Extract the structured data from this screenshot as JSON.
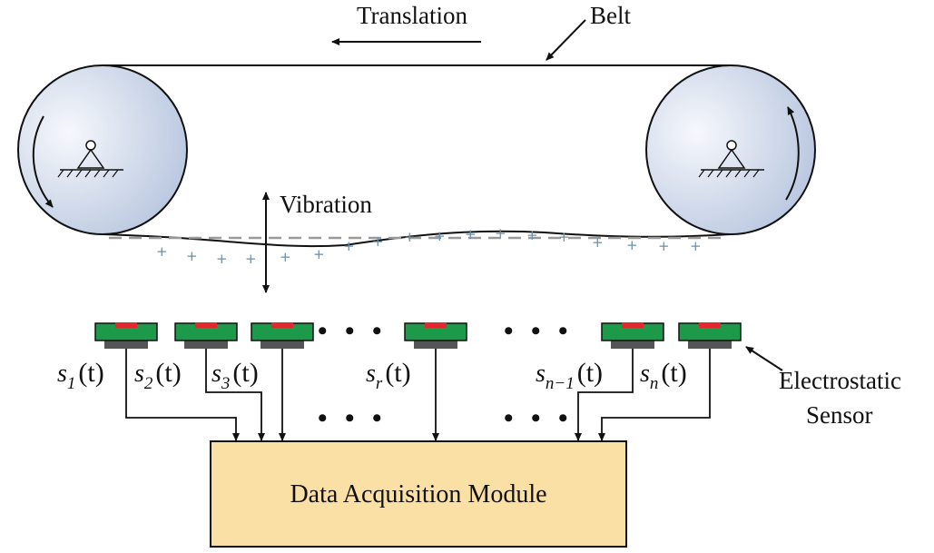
{
  "labels": {
    "translation": "Translation",
    "belt": "Belt",
    "vibration": "Vibration",
    "sensor_line1": "Electrostatic",
    "sensor_line2": "Sensor",
    "module": "Data Acquisition Module",
    "ellipsis": "• • •"
  },
  "signals": [
    {
      "base": "s",
      "sub": "1",
      "arg": "(t)"
    },
    {
      "base": "s",
      "sub": "2",
      "arg": "(t)"
    },
    {
      "base": "s",
      "sub": "3",
      "arg": "(t)"
    },
    {
      "base": "s",
      "sub": "r",
      "arg": "(t)"
    },
    {
      "base": "s",
      "sub": "n−1",
      "arg": "(t)"
    },
    {
      "base": "s",
      "sub": "n",
      "arg": "(t)"
    }
  ],
  "colors": {
    "pulley_light": "#f4f6fb",
    "pulley_dark": "#b9c6de",
    "sensor_green": "#1c9a4a",
    "sensor_red": "#e0282e",
    "sensor_base": "#555555",
    "module_fill": "#fbe0a6",
    "charge": "#6b8fa8"
  }
}
